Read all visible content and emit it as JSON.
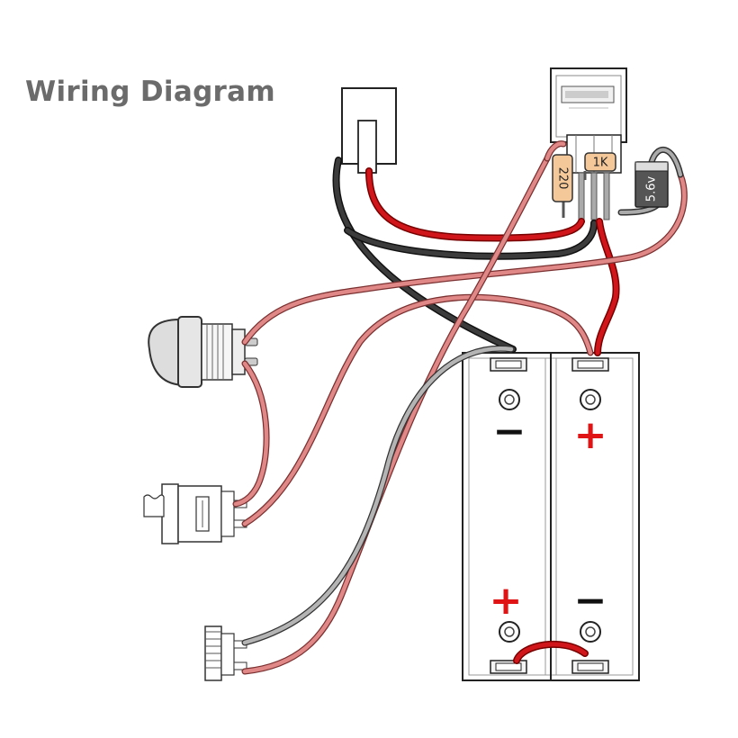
{
  "title": "Wiring Diagram",
  "components": {
    "resistor_220": {
      "label": "220",
      "color": "#f5c89a"
    },
    "resistor_1k": {
      "label": "1K",
      "color": "#f5c89a"
    },
    "zener_diode": {
      "label": "5.6v",
      "color": "#555555"
    },
    "regulator_board": {
      "label": ""
    },
    "momentary_button": {
      "label": ""
    },
    "slide_switch": {
      "label": ""
    },
    "dc_jack": {
      "label": ""
    }
  },
  "battery_holder": {
    "cells": [
      {
        "top_sign": "−",
        "bottom_sign": "+"
      },
      {
        "top_sign": "+",
        "bottom_sign": "−"
      }
    ],
    "polarity_colors": {
      "positive": "#e01414",
      "negative": "#111111"
    }
  },
  "wire_colors": {
    "red": "#d0161a",
    "black": "#3c3c3c",
    "pink": "#e08888",
    "gray": "#b4b4b4"
  }
}
